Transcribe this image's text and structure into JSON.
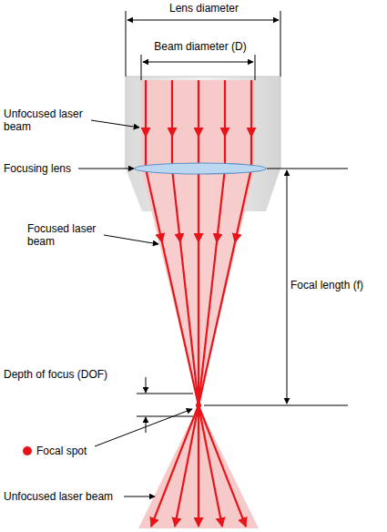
{
  "diagram": {
    "labels": [
      "Lens diameter",
      "Beam diameter (D)",
      "Unfocused laser beam",
      "Focusing lens",
      "Focused laser beam",
      "Focal length (f)",
      "Depth of focus (DOF)",
      "Focal spot",
      "Unfocused laser beam"
    ]
  }
}
